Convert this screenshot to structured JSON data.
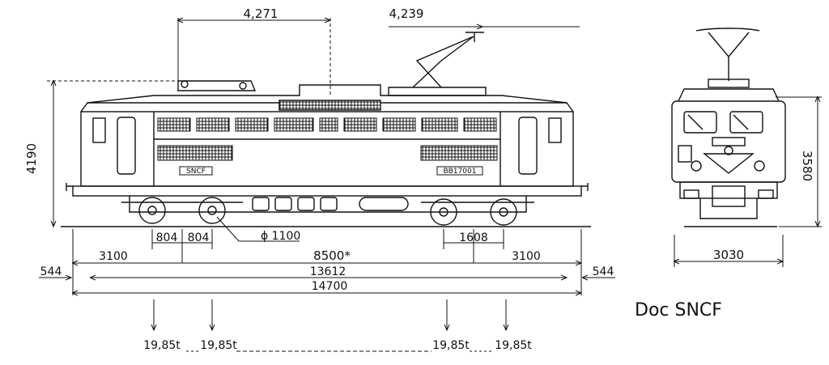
{
  "credit": "Doc SNCF",
  "plate_left": "SNCF",
  "plate_right": "BB17001",
  "dimensions": {
    "top_left": "4,271",
    "top_right": "4,239",
    "height_side": "4190",
    "height_front": "3580",
    "wheel_spacing_a": "804",
    "wheel_spacing_b": "804",
    "wheel_diameter": "ϕ 1100",
    "bogie_right_spacing": "1608",
    "end_left": "3100",
    "bogie_centers": "8500*",
    "end_right": "3100",
    "buffer_length": "13612",
    "overhang_left": "544",
    "overhang_right": "544",
    "overall_length": "14700",
    "front_width": "3030"
  },
  "axle_loads": [
    "19,85t",
    "19,85t",
    "19,85t",
    "19,85t"
  ]
}
